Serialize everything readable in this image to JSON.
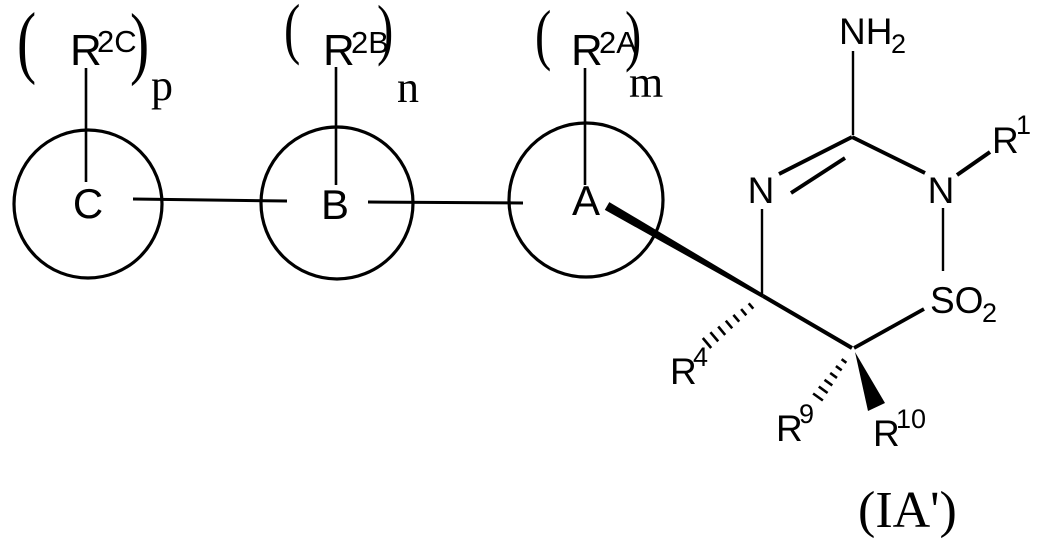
{
  "figure": {
    "background": "#ffffff",
    "ink_color": "#000000",
    "formula_label": "(IA')",
    "groups": [
      {
        "ring_label": "C",
        "paren_open": "(",
        "r_base": "R",
        "r_sup": "2C",
        "paren_close": ")",
        "count_label": "p"
      },
      {
        "ring_label": "B",
        "paren_open": "(",
        "r_base": "R",
        "r_sup": "2B",
        "paren_close": ")",
        "count_label": "n"
      },
      {
        "ring_label": "A",
        "paren_open": "(",
        "r_base": "R",
        "r_sup": "2A",
        "paren_close": ")",
        "count_label": "m"
      }
    ],
    "core": {
      "amino_base": "NH",
      "amino_sub": "2",
      "n_left": "N",
      "n_right": "N",
      "r1_base": "R",
      "r1_sup": "1",
      "sulfonyl_base": "SO",
      "sulfonyl_sub": "2",
      "r4_base": "R",
      "r4_sup": "4",
      "r9_base": "R",
      "r9_sup": "9",
      "r10_base": "R",
      "r10_sup": "10"
    }
  }
}
